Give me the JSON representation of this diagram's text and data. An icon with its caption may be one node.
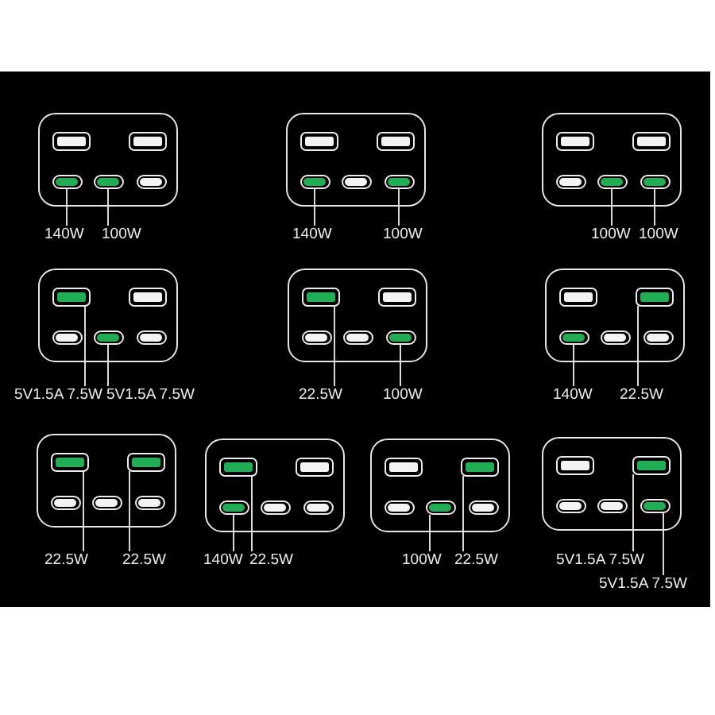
{
  "diagram": {
    "nodes": [
      {
        "text": [],
        "shape": "box"
      },
      {
        "text": [],
        "shape": "pill",
        "in": 0
      },
      {
        "text": [],
        "shape": "pill",
        "in": 0
      },
      {
        "text": [
          "140W"
        ]
      },
      {
        "text": [
          "100W"
        ]
      },
      {
        "text": [],
        "shape": "box"
      },
      {
        "text": [],
        "shape": "pill",
        "in": 5
      },
      {
        "text": [],
        "shape": "pill",
        "in": 5
      },
      {
        "text": [
          "140W"
        ]
      },
      {
        "text": [
          "100W"
        ]
      },
      {
        "text": [],
        "shape": "box"
      },
      {
        "text": [],
        "shape": "pill",
        "in": 10
      },
      {
        "text": [],
        "shape": "pill",
        "in": 10
      },
      {
        "text": [
          "100W"
        ]
      },
      {
        "text": [
          "100W"
        ]
      },
      {
        "text": [],
        "shape": "box"
      },
      {
        "text": [],
        "shape": "box",
        "in": 15
      },
      {
        "text": [],
        "shape": "pill",
        "in": 15
      },
      {
        "text": [
          "5V1.5A 7.5W"
        ]
      },
      {
        "text": [
          "5V1.5A 7.5W"
        ]
      },
      {
        "text": [],
        "shape": "box"
      },
      {
        "text": [],
        "shape": "box",
        "in": 20
      },
      {
        "text": [],
        "shape": "pill",
        "in": 20
      },
      {
        "text": [
          "22.5W"
        ]
      },
      {
        "text": [
          "100W"
        ]
      },
      {
        "text": [],
        "shape": "box"
      },
      {
        "text": [],
        "shape": "box",
        "in": 25
      },
      {
        "text": [],
        "shape": "pill",
        "in": 25
      },
      {
        "text": [
          "140W"
        ]
      },
      {
        "text": [
          "22.5W"
        ]
      },
      {
        "text": [],
        "shape": "box"
      },
      {
        "text": [],
        "shape": "box",
        "in": 30
      },
      {
        "text": [],
        "shape": "box",
        "in": 30
      },
      {
        "text": [
          "22.5W"
        ]
      },
      {
        "text": [
          "22.5W"
        ]
      },
      {
        "text": [],
        "shape": "box"
      },
      {
        "text": [],
        "shape": "box",
        "in": 35
      },
      {
        "text": [],
        "shape": "pill",
        "in": 35
      },
      {
        "text": [
          "140W"
        ]
      },
      {
        "text": [
          "22.5W"
        ]
      },
      {
        "text": [],
        "shape": "box"
      },
      {
        "text": [],
        "shape": "box",
        "in": 40
      },
      {
        "text": [],
        "shape": "pill",
        "in": 40
      },
      {
        "text": [
          "100W"
        ]
      },
      {
        "text": [
          "22.5W"
        ]
      },
      {
        "text": [],
        "shape": "box"
      },
      {
        "text": [],
        "shape": "box",
        "in": 45
      },
      {
        "text": [],
        "shape": "pill",
        "in": 45
      },
      {
        "text": [
          "5V1.5A 7.5W"
        ]
      },
      {
        "text": [
          "5V1.5A 7.5W"
        ]
      }
    ],
    "edges": [
      {
        "from": 3,
        "to": 1,
        "arrow": "none"
      },
      {
        "from": 4,
        "to": 2,
        "arrow": "none"
      },
      {
        "from": 8,
        "to": 6,
        "arrow": "none"
      },
      {
        "from": 9,
        "to": 7,
        "arrow": "none"
      },
      {
        "from": 13,
        "to": 11,
        "arrow": "none"
      },
      {
        "from": 14,
        "to": 12,
        "arrow": "none"
      },
      {
        "from": 18,
        "to": 16,
        "arrow": "none"
      },
      {
        "from": 19,
        "to": 17,
        "arrow": "none"
      },
      {
        "from": 23,
        "to": 21,
        "arrow": "none"
      },
      {
        "from": 24,
        "to": 22,
        "arrow": "none"
      },
      {
        "from": 28,
        "to": 27,
        "arrow": "none"
      },
      {
        "from": 29,
        "to": 26,
        "arrow": "none"
      },
      {
        "from": 33,
        "to": 31,
        "arrow": "none"
      },
      {
        "from": 34,
        "to": 32,
        "arrow": "none"
      },
      {
        "from": 38,
        "to": 37,
        "arrow": "none"
      },
      {
        "from": 39,
        "to": 36,
        "arrow": "none"
      },
      {
        "from": 43,
        "to": 42,
        "arrow": "none"
      },
      {
        "from": 44,
        "to": 41,
        "arrow": "none"
      },
      {
        "from": 48,
        "to": 46,
        "arrow": "none"
      },
      {
        "from": 49,
        "to": 47,
        "arrow": "none"
      }
    ]
  }
}
